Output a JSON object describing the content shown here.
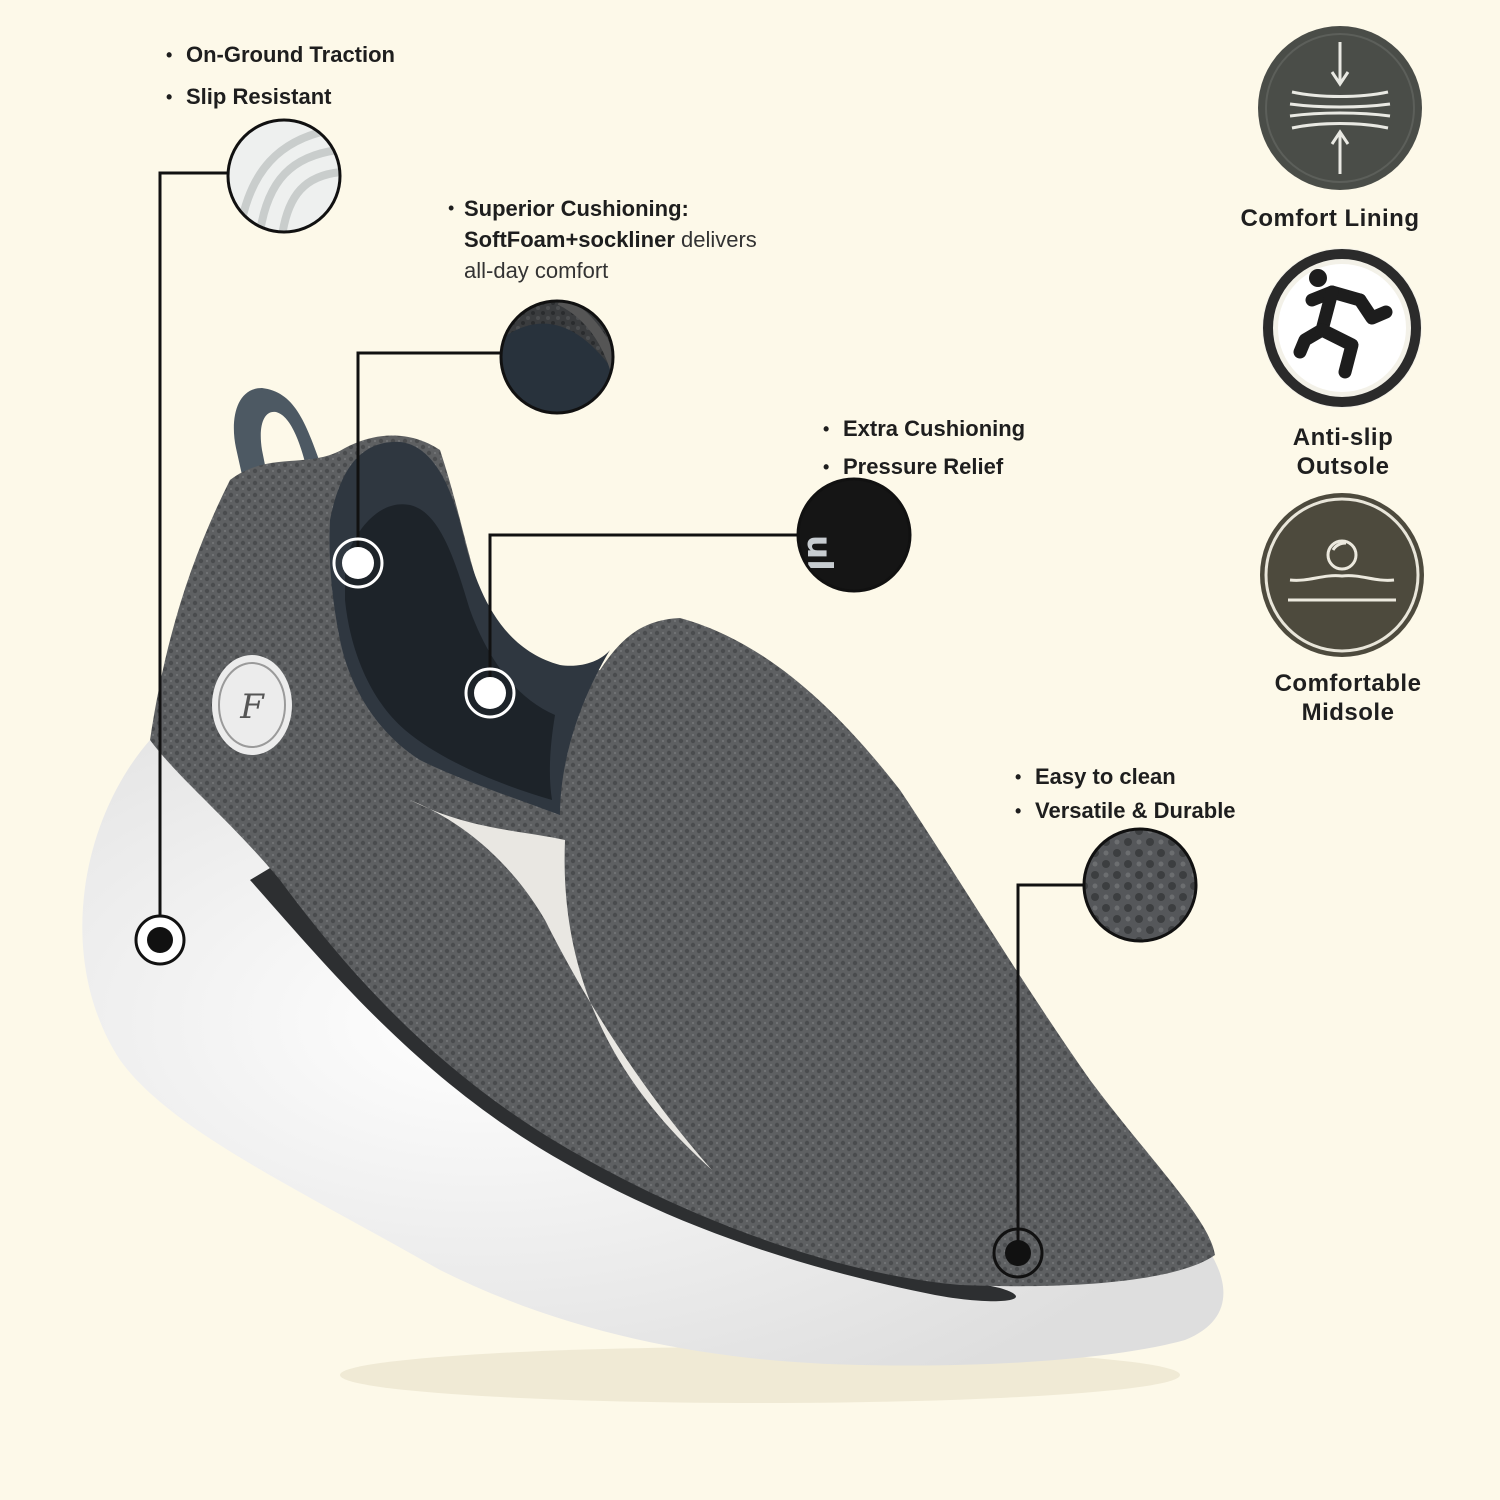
{
  "callouts": {
    "traction": [
      "On-Ground Traction",
      "Slip Resistant"
    ],
    "cushioning": {
      "heading": "Superior Cushioning:",
      "emphasis": "SoftFoam+sockliner",
      "rest_line1": " delivers",
      "rest_line2": "all-day comfort"
    },
    "extra": [
      "Extra Cushioning",
      "Pressure Relief"
    ],
    "care": [
      "Easy to clean",
      "Versatile & Durable"
    ]
  },
  "features": [
    {
      "label": "Comfort Lining",
      "icon": "compression-arrows-icon"
    },
    {
      "label": "Anti-slip Outsole",
      "label_lines": [
        "Anti-slip",
        "Outsole"
      ],
      "icon": "running-figure-icon"
    },
    {
      "label": "Comfortable Midsole",
      "label_lines": [
        "Comfortable",
        "Midsole"
      ],
      "icon": "ball-on-foam-icon"
    }
  ],
  "product": {
    "badge_letter": "F",
    "upper_color": "#5b5d5f",
    "sole_color": "#f4f4f4",
    "background": "#fdf9e9"
  }
}
